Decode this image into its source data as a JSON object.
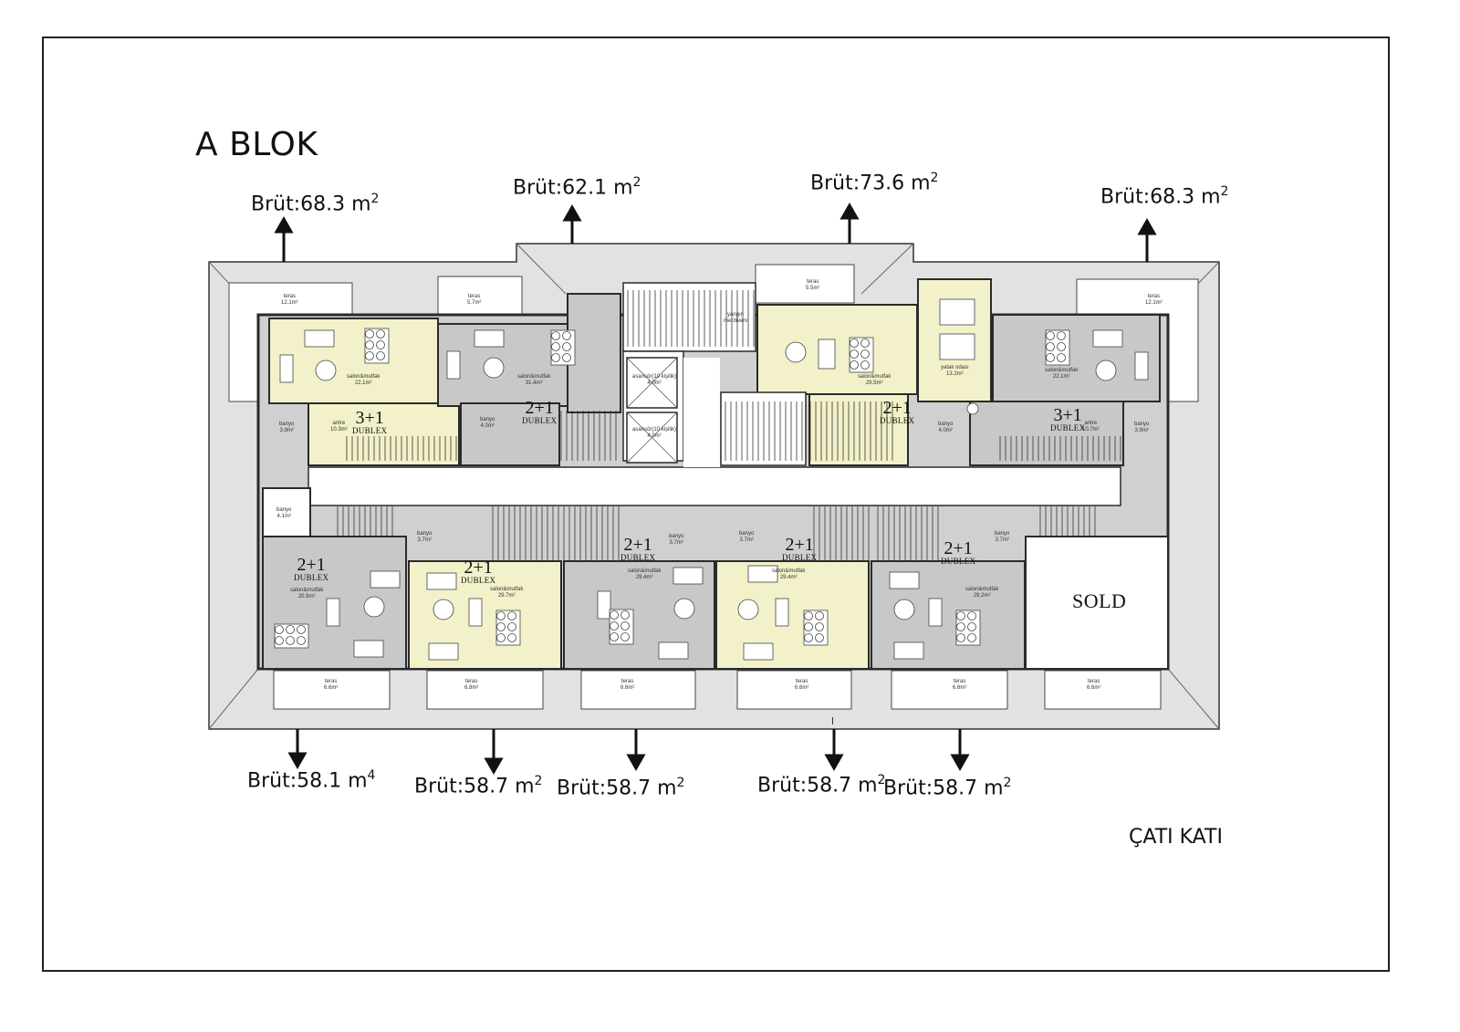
{
  "title": "A BLOK",
  "floor": "ÇATI KATI",
  "areas_top": [
    {
      "text": "Brüt:68.3 m",
      "sup": "2"
    },
    {
      "text": "Brüt:62.1 m",
      "sup": "2"
    },
    {
      "text": "Brüt:73.6 m",
      "sup": "2"
    },
    {
      "text": "Brüt:68.3 m",
      "sup": "2"
    }
  ],
  "areas_bottom": [
    {
      "text": "Brüt:58.1 m",
      "sup": "4"
    },
    {
      "text": "Brüt:58.7 m",
      "sup": "2"
    },
    {
      "text": "Brüt:58.7 m",
      "sup": "2"
    },
    {
      "text": "Brüt:58.7 m",
      "sup": "2"
    },
    {
      "text": "Brüt:58.7 m",
      "sup": "2"
    }
  ],
  "unit_types": {
    "u1": {
      "type": "3+1",
      "dublex": "DUBLEX"
    },
    "u2": {
      "type": "2+1",
      "dublex": "DUBLEX"
    },
    "u3": {
      "type": "2+1",
      "dublex": "DUBLEX"
    },
    "u4": {
      "type": "3+1",
      "dublex": "DUBLEX"
    },
    "b1": {
      "type": "2+1",
      "dublex": "DUBLEX"
    },
    "b2": {
      "type": "2+1",
      "dublex": "DUBLEX"
    },
    "b3": {
      "type": "2+1",
      "dublex": "DUBLEX"
    },
    "b4": {
      "type": "2+1",
      "dublex": "DUBLEX"
    },
    "b5": {
      "type": "2+1",
      "dublex": "DUBLEX"
    }
  },
  "sold_label": "SOLD",
  "rooms": {
    "teras_tl": {
      "name": "teras",
      "area": "12.1m²"
    },
    "teras_t2": {
      "name": "teras",
      "area": "5.7m²"
    },
    "teras_t3": {
      "name": "teras",
      "area": "5.5m²"
    },
    "teras_tr": {
      "name": "teras",
      "area": "12.1m²"
    },
    "salon_u1": {
      "name": "salon&mutfak",
      "area": "22.1m²"
    },
    "salon_u2": {
      "name": "salon&mutfak",
      "area": "31.4m²"
    },
    "salon_u3": {
      "name": "salon&mutfak",
      "area": "29.5m²"
    },
    "yatak_u4": {
      "name": "yatak odası",
      "area": "13.2m²"
    },
    "salon_u4": {
      "name": "salon&mutfak",
      "area": "22.1m²"
    },
    "antre_u1": {
      "name": "antre",
      "area": "10.3m²"
    },
    "antre_u4": {
      "name": "antre",
      "area": "10.7m²"
    },
    "banyo_u1": {
      "name": "banyo",
      "area": "3.9m²"
    },
    "banyo_u2": {
      "name": "banyo",
      "area": "4.0m²"
    },
    "banyo_u3": {
      "name": "banyo",
      "area": "4.0m²"
    },
    "banyo_u4": {
      "name": "banyo",
      "area": "3.9m²"
    },
    "banyo_left": {
      "name": "banyo",
      "area": "4.1m²"
    },
    "yangin": {
      "name": "yangın merdiveni",
      "area": ""
    },
    "asansor1": {
      "name": "asansör(10 kişilik)",
      "area": "4.0m²"
    },
    "asansor2": {
      "name": "asansör(10 kişilik)",
      "area": "4.0m²"
    },
    "salon_b1": {
      "name": "salon&mutfak",
      "area": "20.9m²"
    },
    "salon_b2": {
      "name": "salon&mutfak",
      "area": "29.7m²"
    },
    "salon_b3": {
      "name": "salon&mutfak",
      "area": "29.4m²"
    },
    "salon_b4": {
      "name": "salon&mutfak",
      "area": "29.4m²"
    },
    "salon_b5": {
      "name": "salon&mutfak",
      "area": "29.2m²"
    },
    "banyo_b2": {
      "name": "banyo",
      "area": "3.7m²"
    },
    "banyo_b3": {
      "name": "banyo",
      "area": "3.7m²"
    },
    "banyo_b4": {
      "name": "banyo",
      "area": "3.7m²"
    },
    "banyo_b5": {
      "name": "banyo",
      "area": "3.7m²"
    },
    "teras_b1": {
      "name": "teras",
      "area": "6.6m²"
    },
    "teras_b2": {
      "name": "teras",
      "area": "6.8m²"
    },
    "teras_b3": {
      "name": "teras",
      "area": "6.6m²"
    },
    "teras_b4": {
      "name": "teras",
      "area": "6.6m²"
    },
    "teras_b5": {
      "name": "teras",
      "area": "6.6m²"
    },
    "teras_b6": {
      "name": "teras",
      "area": "6.6m²"
    }
  },
  "colors": {
    "yellow_unit": "#f2f1c9",
    "grey_unit": "#c8c8c8",
    "roof": "#e2e2e2",
    "wall": "#2a2a2a"
  }
}
